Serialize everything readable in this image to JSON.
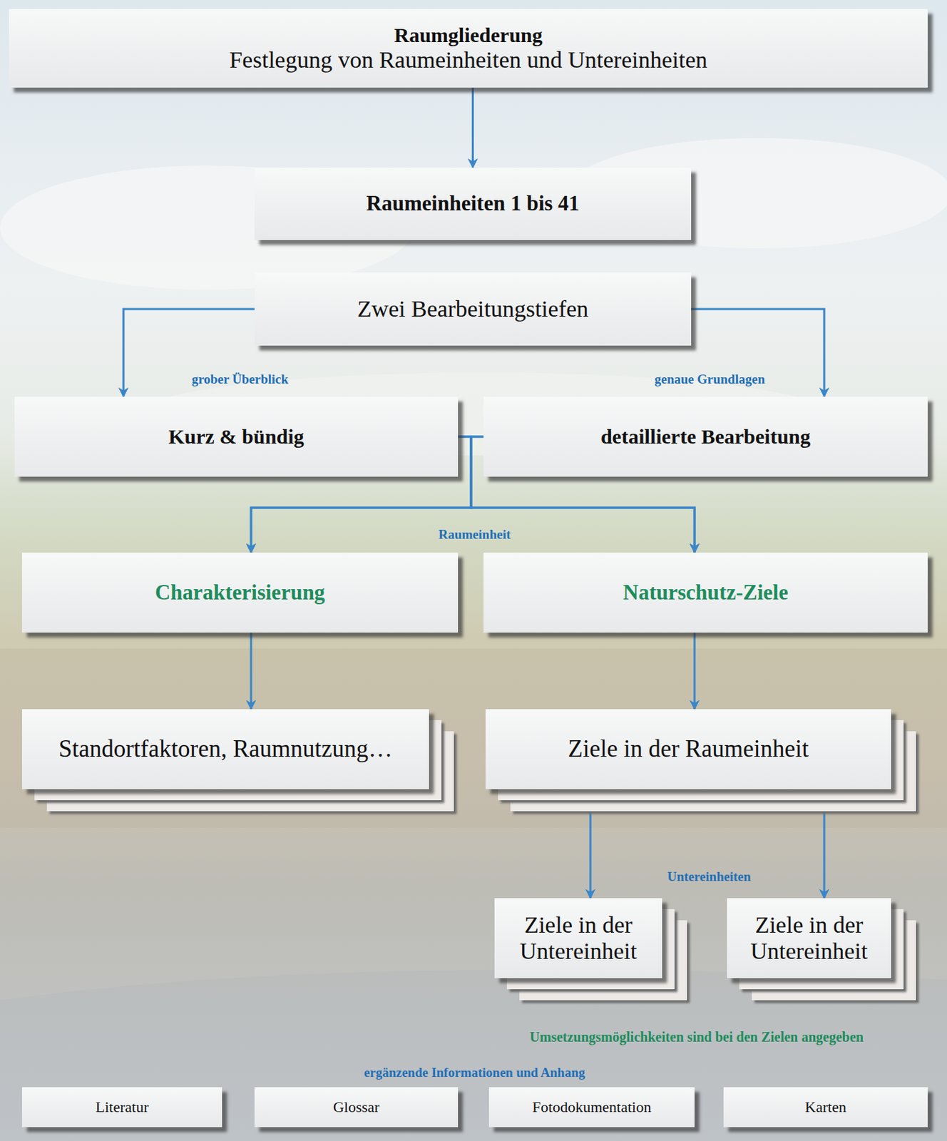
{
  "diagram": {
    "nodes": [
      {
        "text": [
          "Raumgliederung",
          "Festlegung von Raumeinheiten und Untereinheiten"
        ]
      },
      {
        "text": [
          "Raumeinheiten 1 bis 41"
        ]
      },
      {
        "text": [
          "Zwei Bearbeitungstiefen"
        ]
      },
      {
        "text": [
          "Kurz & bündig"
        ]
      },
      {
        "text": [
          "detaillierte Bearbeitung"
        ]
      },
      {
        "text": [
          "Charakterisierung"
        ]
      },
      {
        "text": [
          "Naturschutz-Ziele"
        ]
      },
      {
        "text": [
          "Standortfaktoren, Raumnutzung…"
        ]
      },
      {
        "text": [
          "Ziele in der Raumeinheit"
        ]
      },
      {
        "text": [
          "Ziele in der Untereinheit"
        ]
      },
      {
        "text": [
          "Ziele in der Untereinheit"
        ]
      },
      {
        "text": [
          "Literatur"
        ]
      },
      {
        "text": [
          "Glossar"
        ]
      },
      {
        "text": [
          "Fotodokumentation"
        ]
      },
      {
        "text": [
          "Karten"
        ]
      }
    ],
    "edges": [
      {
        "from": 0,
        "to": 1,
        "arrow": "to"
      },
      {
        "from": 2,
        "to": 3,
        "arrow": "to"
      },
      {
        "from": 2,
        "to": 4,
        "arrow": "to"
      },
      {
        "from": 3,
        "to": 5,
        "arrow": "to"
      },
      {
        "from": 3,
        "to": 6,
        "arrow": "to"
      },
      {
        "from": 4,
        "to": 5,
        "arrow": "to"
      },
      {
        "from": 4,
        "to": 6,
        "arrow": "to"
      },
      {
        "from": 5,
        "to": 7,
        "arrow": "to"
      },
      {
        "from": 6,
        "to": 8,
        "arrow": "to"
      },
      {
        "from": 8,
        "to": 9,
        "arrow": "to"
      },
      {
        "from": 8,
        "to": 10,
        "arrow": "to"
      }
    ],
    "labels": [
      "grober Überblick",
      "genaue Grundlagen",
      "Raumeinheit",
      "Untereinheiten",
      "Umsetzungsmöglichkeiten sind bei den Zielen angegeben",
      "ergänzende Informationen und Anhang"
    ]
  }
}
